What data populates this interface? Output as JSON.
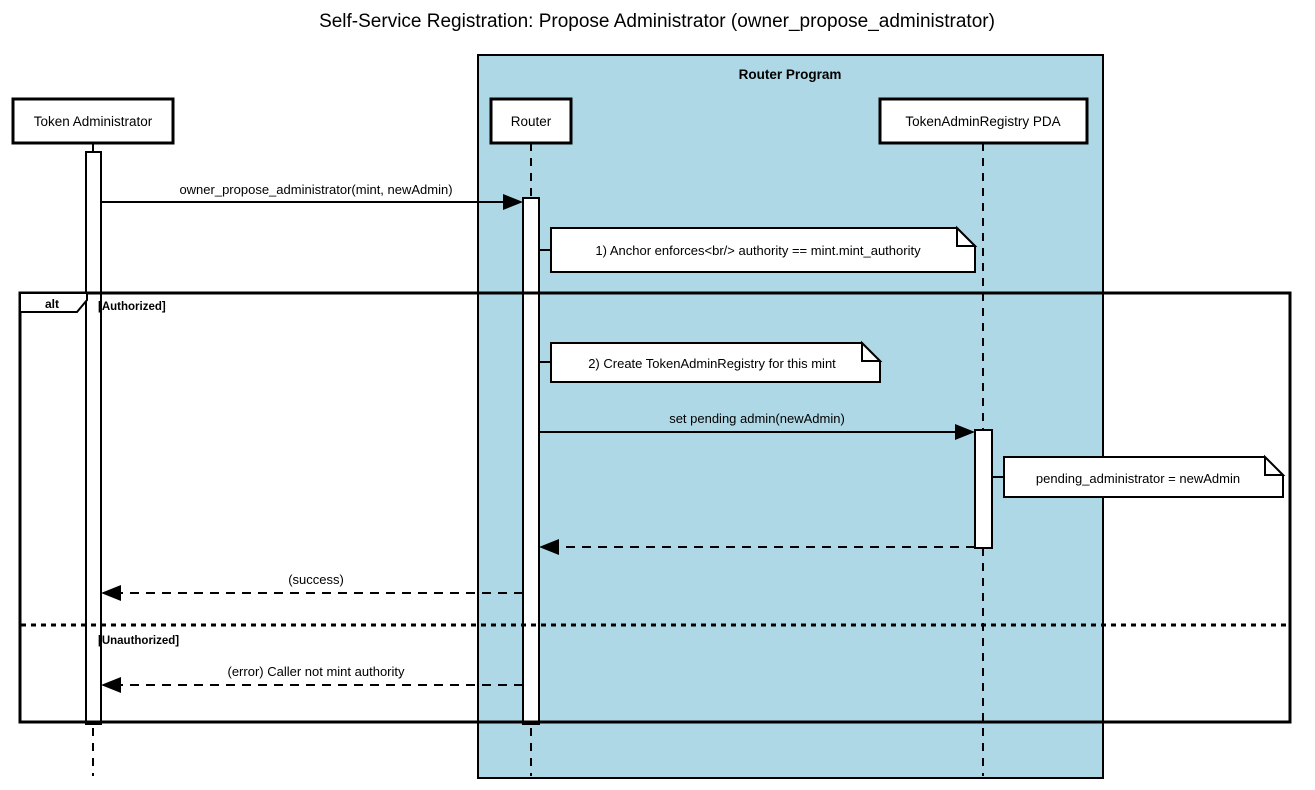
{
  "diagram": {
    "title": "Self-Service Registration: Propose Administrator (owner_propose_administrator)",
    "type": "uml-sequence-diagram",
    "background_color": "#ffffff",
    "group_box_color": "#aed8e6",
    "line_color": "#000000"
  },
  "group_box": {
    "label": "Router Program"
  },
  "participants": [
    {
      "id": "tokenAdmin",
      "label": "Token Administrator",
      "in_group": false
    },
    {
      "id": "router",
      "label": "Router",
      "in_group": true
    },
    {
      "id": "pda",
      "label": "TokenAdminRegistry PDA",
      "in_group": true
    }
  ],
  "messages": [
    {
      "index": 1,
      "label": "owner_propose_administrator(mint, newAdmin)",
      "from": "tokenAdmin",
      "to": "router",
      "style": "solid",
      "arrow": "filled"
    },
    {
      "index": 2,
      "label": "set pending admin(newAdmin)",
      "from": "router",
      "to": "pda",
      "style": "solid",
      "arrow": "filled"
    },
    {
      "index": 3,
      "label": "",
      "from": "pda",
      "to": "router",
      "style": "dashed",
      "arrow": "filled"
    },
    {
      "index": 4,
      "label": "(success)",
      "from": "router",
      "to": "tokenAdmin",
      "style": "dashed",
      "arrow": "filled"
    },
    {
      "index": 5,
      "label": "(error) Caller not mint authority",
      "from": "router",
      "to": "tokenAdmin",
      "style": "dashed",
      "arrow": "filled"
    }
  ],
  "notes": [
    {
      "id": "note1",
      "text": "1) Anchor enforces<br/> authority == mint.mint_authority",
      "attached_to": "router",
      "side": "right"
    },
    {
      "id": "note2",
      "text": "2) Create TokenAdminRegistry for this mint",
      "attached_to": "router",
      "side": "right"
    },
    {
      "id": "note3",
      "text": "pending_administrator = newAdmin",
      "attached_to": "pda",
      "side": "right"
    }
  ],
  "fragment": {
    "kind": "alt",
    "operands": [
      {
        "guard": "[Authorized]"
      },
      {
        "guard": "[Unauthorized]"
      }
    ]
  }
}
